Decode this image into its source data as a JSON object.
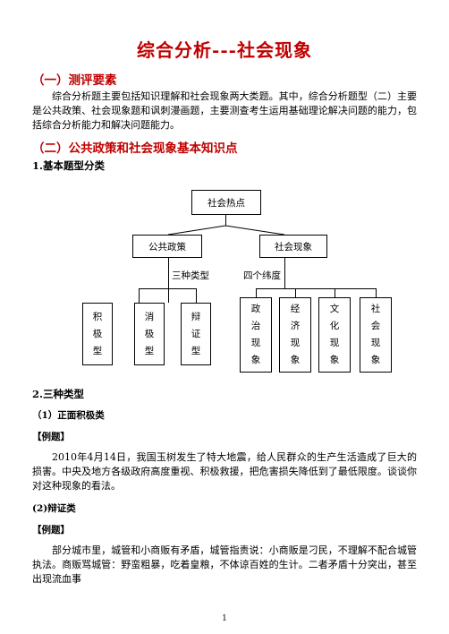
{
  "title": "综合分析---社会现象",
  "section1": {
    "heading": "（一）测评要素",
    "paragraph": "综合分析题主要包括知识理解和社会现象两大类题。其中，综合分析题型（二）主要是公共政策、社会现象题和讽刺漫画题，主要测查考生运用基础理论解决问题的能力，包括综合分析能力和解决问题能力。"
  },
  "section2": {
    "heading": "（二）公共政策和社会现象基本知识点",
    "sub1": "1.基本题型分类"
  },
  "diagram": {
    "root": "社会热点",
    "left": "公共政策",
    "right": "社会现象",
    "left_label": "三种类型",
    "right_label": "四个纬度",
    "types": [
      {
        "chars": [
          "积",
          "极",
          "型"
        ]
      },
      {
        "chars": [
          "消",
          "极",
          "型"
        ]
      },
      {
        "chars": [
          "辩",
          "证",
          "型"
        ]
      }
    ],
    "dimensions": [
      {
        "chars": [
          "政",
          "治",
          "现",
          "象"
        ]
      },
      {
        "chars": [
          "经",
          "济",
          "现",
          "象"
        ]
      },
      {
        "chars": [
          "文",
          "化",
          "现",
          "象"
        ]
      },
      {
        "chars": [
          "社",
          "会",
          "现",
          "象"
        ]
      }
    ]
  },
  "section3": {
    "heading": "2.三种类型",
    "type1": "（1）正面积极类",
    "example1_label": "【例题】",
    "example1_text": "2010年4月14日，我国玉树发生了特大地震，给人民群众的生产生活造成了巨大的损害。中央及地方各级政府高度重视、积极救援，把危害损失降低到了最低限度。谈谈你对这种现象的看法。",
    "type2": "(2)辩证类",
    "example2_label": "【例题】",
    "example2_text": "部分城市里，城管和小商贩有矛盾，城管指责说：小商贩是刁民，不理解不配合城管执法。商贩骂城管：野蛮粗暴，吃着皇粮，不体谅百姓的生计。二者矛盾十分突出，甚至出现流血事"
  },
  "page_number": "1"
}
